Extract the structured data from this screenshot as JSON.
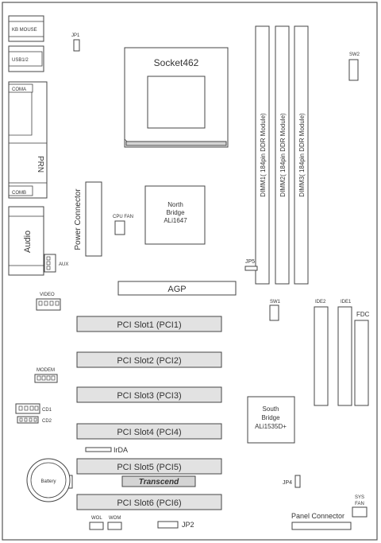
{
  "labels": {
    "kb_mouse": "KB MOUSE",
    "usb": "USB1/2",
    "coma": "COMA",
    "prn": "PRN",
    "comb": "COMB",
    "audio": "Audio",
    "aux": "AUX",
    "video": "VIDEO",
    "modem": "MODEM",
    "cd1": "CD1",
    "cd2": "CD2",
    "battery": "Battery",
    "jp1": "JP1",
    "socket": "Socket462",
    "sw2": "SW2",
    "dimm1": "DIMM1( 184pin DDR Module)",
    "dimm2": "DIMM2( 184pin DDR Module)",
    "dimm3": "DIMM3( 184pin DDR Module)",
    "power_connector": "Power Connector",
    "cpu_fan": "CPU FAN",
    "nb_line1": "North",
    "nb_line2": "Bridge",
    "nb_line3": "ALi1647",
    "jp5": "JP5",
    "agp": "AGP",
    "sw1": "SW1",
    "ide2": "IDE2",
    "ide1": "IDE1",
    "fdc": "FDC",
    "pci1": "PCI Slot1 (PCI1)",
    "pci2": "PCI Slot2 (PCI2)",
    "pci3": "PCI Slot3 (PCI3)",
    "pci4": "PCI Slot4 (PCI4)",
    "pci5": "PCI Slot5 (PCI5)",
    "pci6": "PCI Slot6 (PCI6)",
    "sb_line1": "South",
    "sb_line2": "Bridge",
    "sb_line3": "ALi1535D+",
    "irda": "IrDA",
    "transcend": "Transcend",
    "jp4": "JP4",
    "sys_fan_line1": "SYS",
    "sys_fan_line2": "FAN",
    "panel_connector": "Panel Connector",
    "wol": "WOL",
    "wom": "WOM",
    "jp2": "JP2"
  }
}
